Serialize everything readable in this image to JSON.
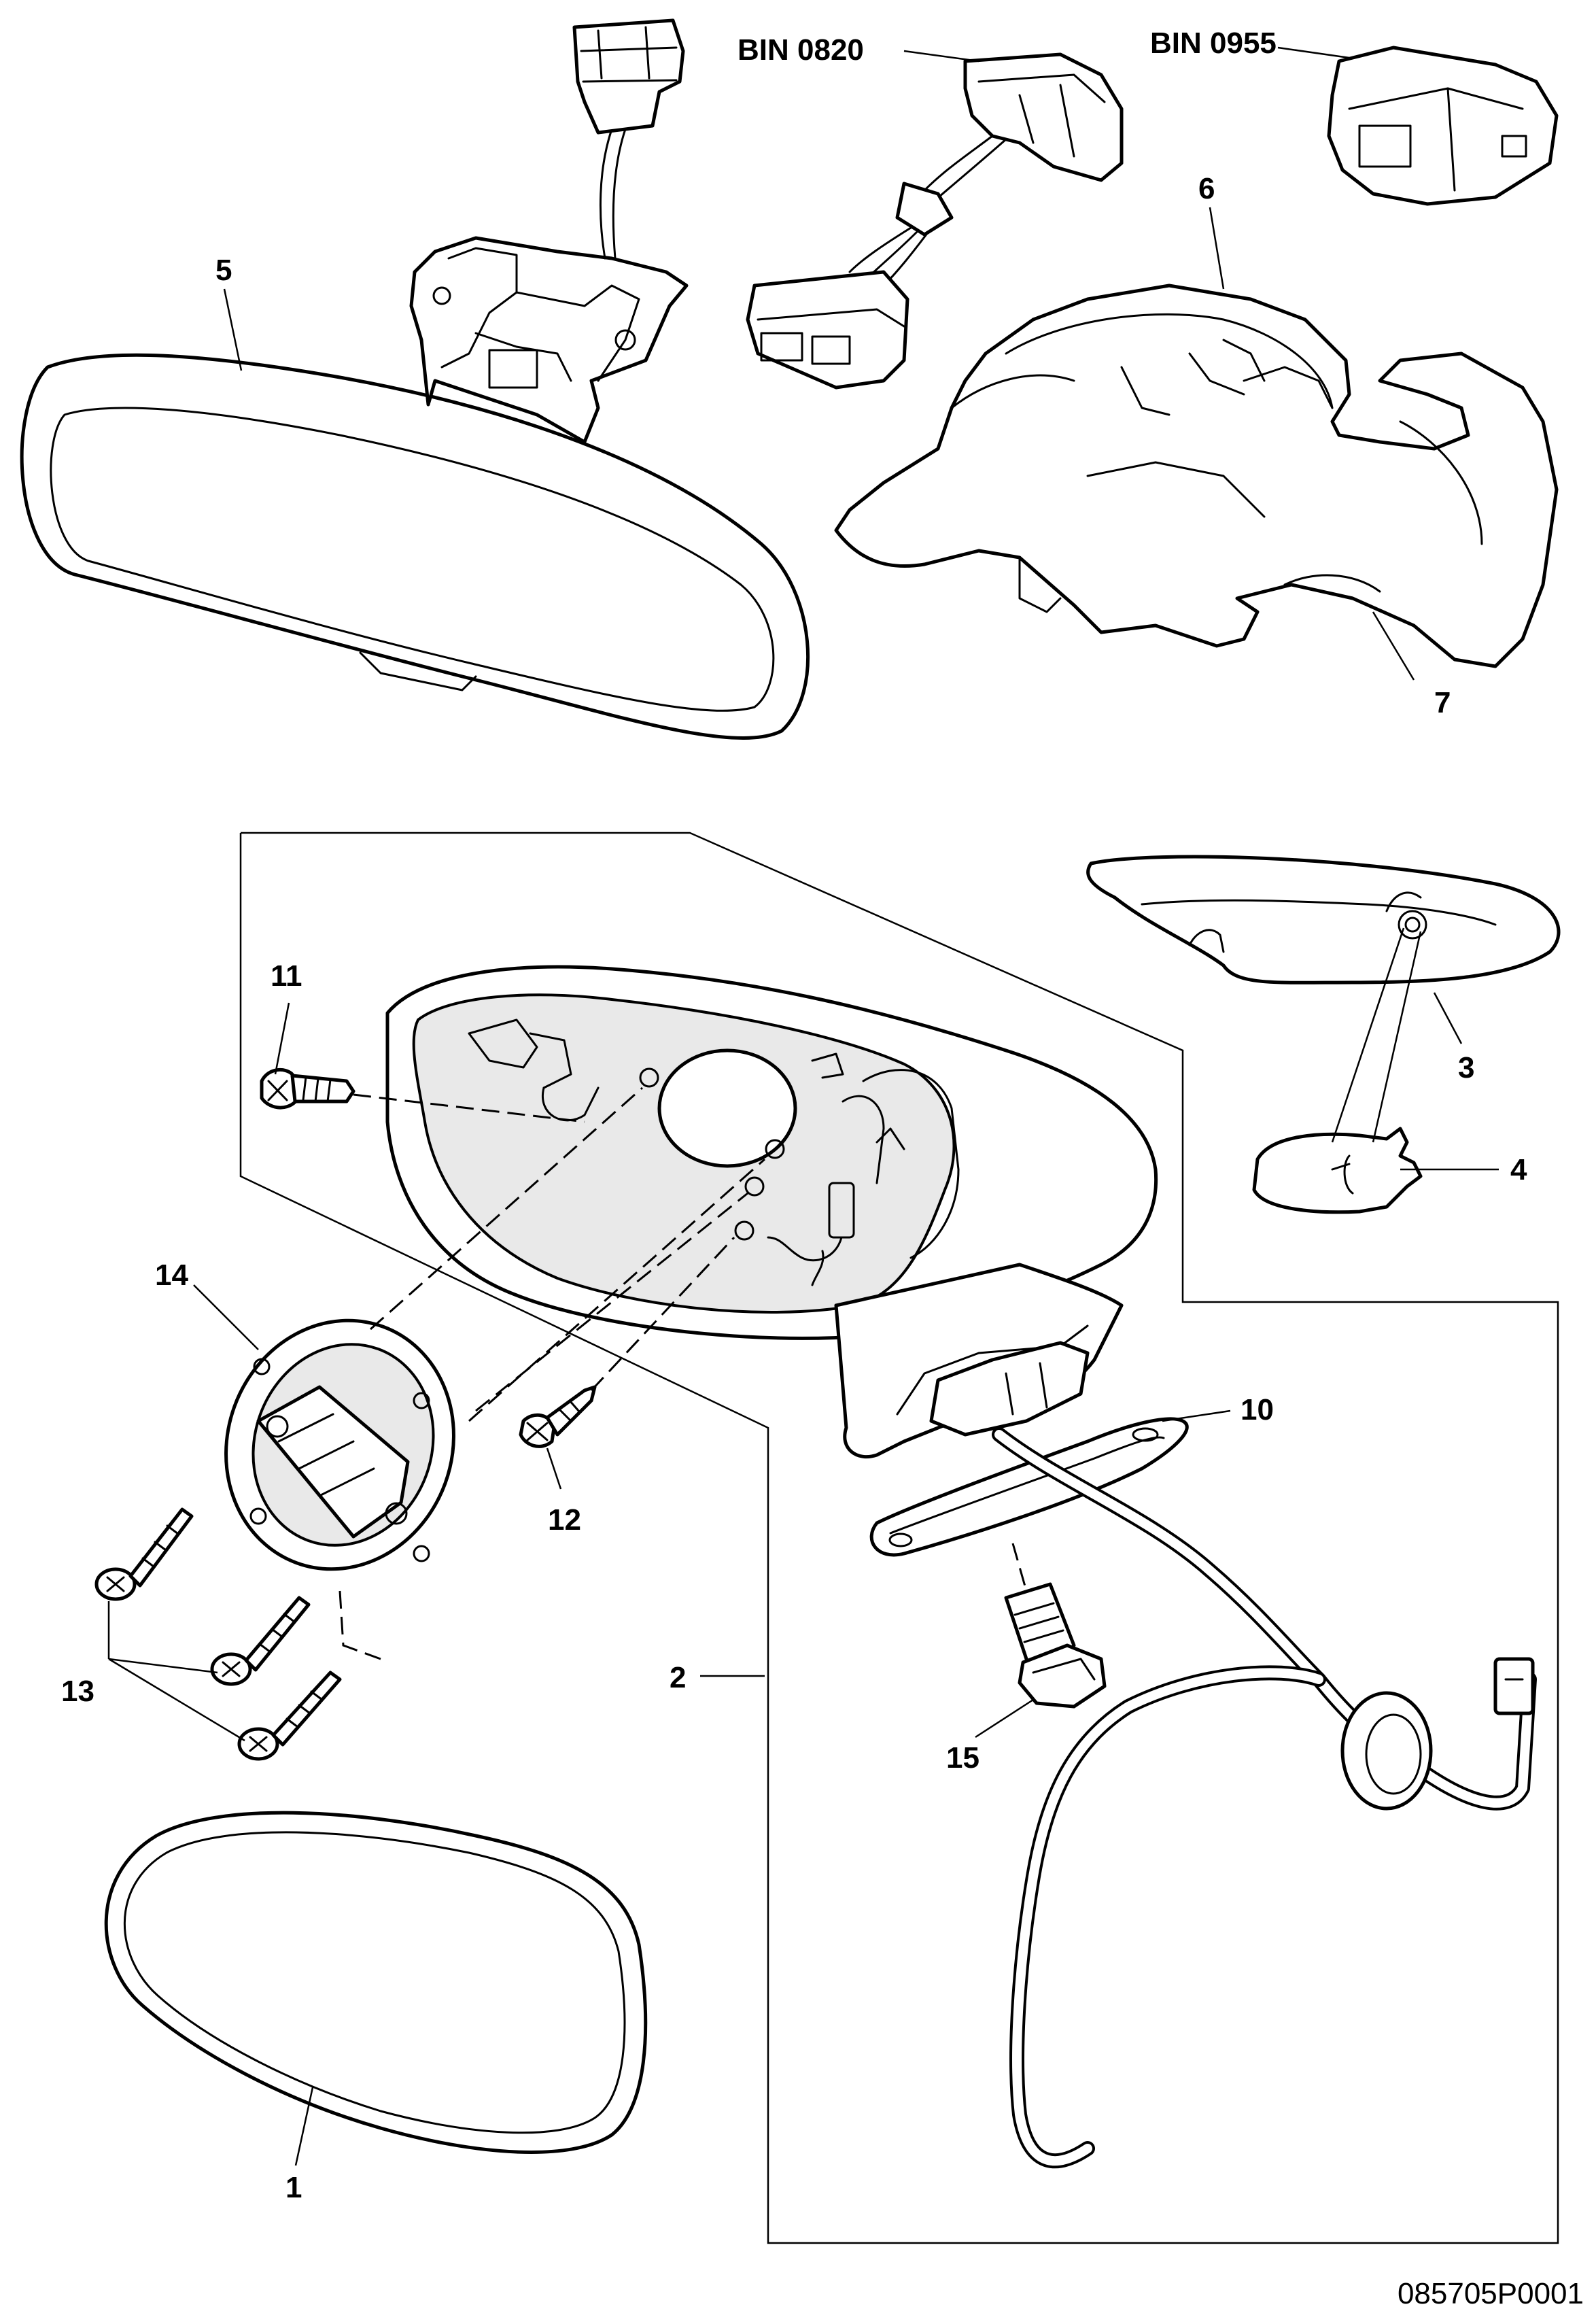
{
  "figure_code": "085705P0001",
  "callouts": {
    "c1": "1",
    "c2": "2",
    "c3": "3",
    "c4": "4",
    "c5": "5",
    "c6": "6",
    "c7": "7",
    "c10": "10",
    "c11": "11",
    "c12": "12",
    "c13": "13",
    "c14": "14",
    "c15": "15",
    "bin0820": "BIN 0820",
    "bin0955": "BIN 0955"
  }
}
